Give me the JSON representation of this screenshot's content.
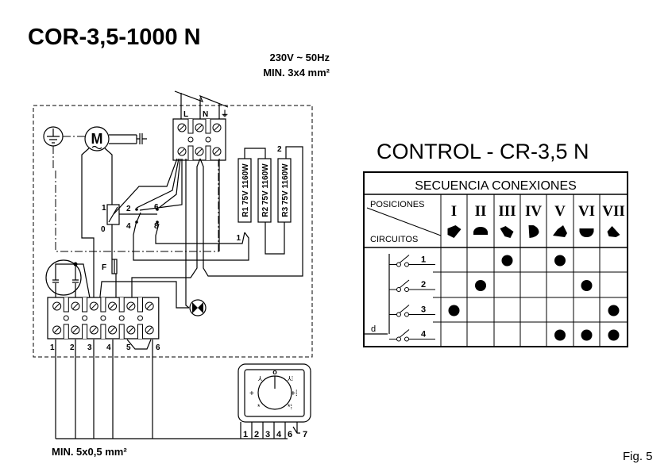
{
  "title": "COR-3,5-1000 N",
  "supply": {
    "voltage": "230V ~ 50Hz",
    "cable": "MIN. 3x4 mm²"
  },
  "mains_terminals": [
    "L",
    "N",
    "⏚"
  ],
  "motor_label": "M",
  "resistors": [
    "R1 75V 1160W",
    "R2 75V 1160W",
    "R3 75V 1160W"
  ],
  "resistor_nodes": [
    "1",
    "2"
  ],
  "relay_labels": {
    "in": "1",
    "out": "0",
    "c2": "2",
    "c6": "6",
    "c4": "4",
    "c8": "8"
  },
  "fuse_label": "F",
  "bottom_terminals": [
    "1",
    "2",
    "3",
    "4",
    "5",
    "6"
  ],
  "control_cable": "MIN. 5x0,5 mm²",
  "knob": {
    "terminals": [
      "1",
      "2",
      "3",
      "4",
      "6"
    ],
    "extra_terminal": "7",
    "off_mark": "o"
  },
  "control": {
    "title": "CONTROL - CR-3,5 N",
    "table_title": "SECUENCIA CONEXIONES",
    "positions_label": "POSICIONES",
    "circuits_label": "CIRCUITOS",
    "common_label": "d",
    "positions": [
      "I",
      "II",
      "III",
      "IV",
      "V",
      "VI",
      "VII"
    ],
    "circuits": [
      {
        "label": "1",
        "on": [
          false,
          false,
          true,
          false,
          true,
          false,
          false
        ]
      },
      {
        "label": "2",
        "on": [
          false,
          true,
          false,
          false,
          false,
          true,
          false
        ]
      },
      {
        "label": "3",
        "on": [
          true,
          false,
          false,
          false,
          false,
          false,
          true
        ]
      },
      {
        "label": "4",
        "on": [
          false,
          false,
          false,
          false,
          true,
          true,
          true
        ]
      }
    ]
  },
  "figure_label": "Fig. 5"
}
